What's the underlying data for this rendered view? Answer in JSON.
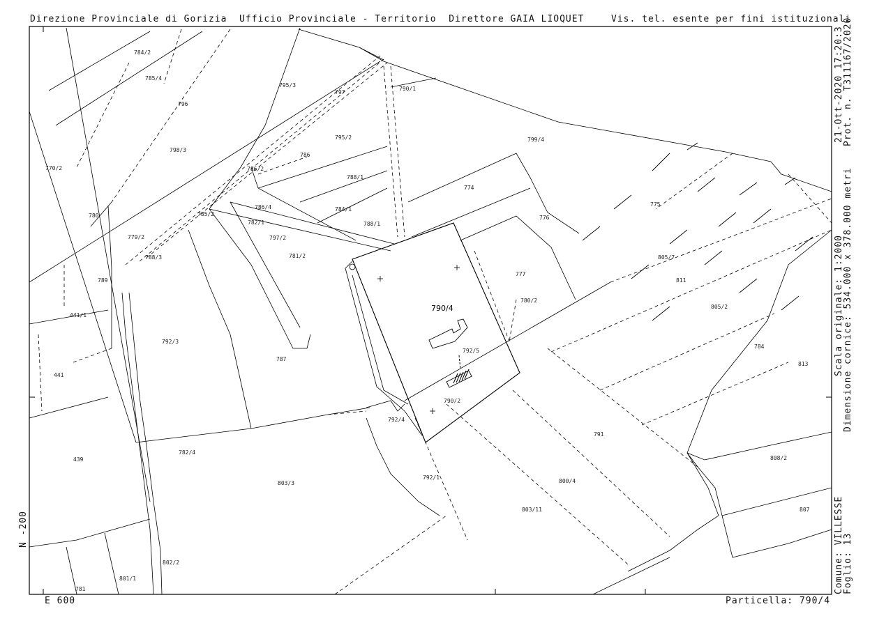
{
  "header": {
    "left": "Direzione Provinciale di Gorizia  Ufficio Provinciale - Territorio  Direttore GAIA LIOQUET",
    "right": "Vis. tel. esente per fini istituzionali"
  },
  "right_margin": {
    "date": "21-Ott-2020 17:20:3",
    "protocol": "Prot. n. T311167/2020",
    "scale": "Scala originale: 1:2000",
    "frame": "Dimensione cornice: 534.000 x 378.000 metri",
    "comune": "Comune: VILLESSE",
    "foglio": "Foglio: 13"
  },
  "left_margin": {
    "north_coord": "N -200"
  },
  "footer": {
    "east_coord": "E 600",
    "particella": "Particella: 790/4"
  },
  "main_parcel": {
    "label": "790/4"
  },
  "parcels": [
    {
      "label": "784/2"
    },
    {
      "label": "785/4"
    },
    {
      "label": "795/3"
    },
    {
      "label": "796"
    },
    {
      "label": "797"
    },
    {
      "label": "798/3"
    },
    {
      "label": "795/2"
    },
    {
      "label": "786/2"
    },
    {
      "label": "788/1"
    },
    {
      "label": "786"
    },
    {
      "label": "786/4"
    },
    {
      "label": "784/1"
    },
    {
      "label": "785/2"
    },
    {
      "label": "797/2"
    },
    {
      "label": "781/2"
    },
    {
      "label": "782/1"
    },
    {
      "label": "788/1"
    },
    {
      "label": "788/3"
    },
    {
      "label": "779/2"
    },
    {
      "label": "780"
    },
    {
      "label": "770/2"
    },
    {
      "label": "441/1"
    },
    {
      "label": "441"
    },
    {
      "label": "439"
    },
    {
      "label": "792/3"
    },
    {
      "label": "803/3"
    },
    {
      "label": "802/2"
    },
    {
      "label": "801/1"
    },
    {
      "label": "774"
    },
    {
      "label": "776"
    },
    {
      "label": "777"
    },
    {
      "label": "799/4"
    },
    {
      "label": "775"
    },
    {
      "label": "780/2"
    },
    {
      "label": "792/5"
    },
    {
      "label": "790/2"
    },
    {
      "label": "792/4"
    },
    {
      "label": "791"
    },
    {
      "label": "800/4"
    },
    {
      "label": "792/1"
    },
    {
      "label": "803/11"
    },
    {
      "label": "805/7"
    },
    {
      "label": "811"
    },
    {
      "label": "805/2"
    },
    {
      "label": "784"
    },
    {
      "label": "813"
    },
    {
      "label": "808/2"
    },
    {
      "label": "807"
    },
    {
      "label": "782/4"
    },
    {
      "label": "787"
    },
    {
      "label": "790/1"
    },
    {
      "label": "781"
    },
    {
      "label": "789"
    }
  ]
}
